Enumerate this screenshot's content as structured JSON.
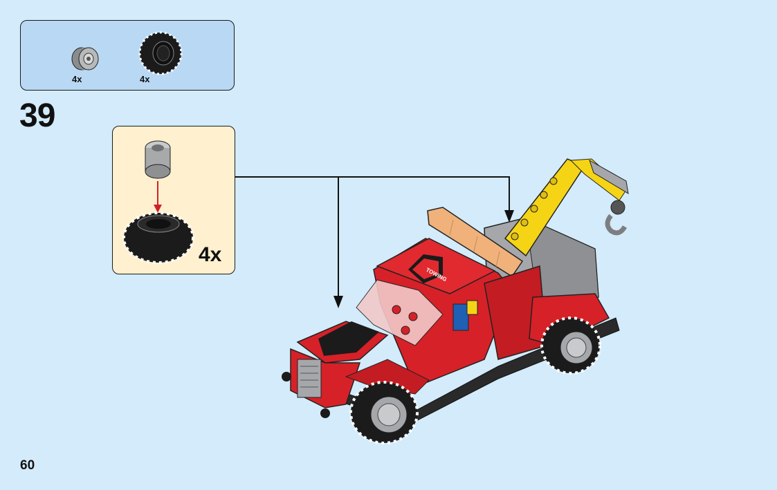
{
  "parts_list": {
    "items": [
      {
        "part": "wheel-rim",
        "color": "#a7a9ab",
        "quantity": "4x"
      },
      {
        "part": "tire",
        "color": "#1b1b1b",
        "quantity": "4x"
      }
    ]
  },
  "step": {
    "number": "39",
    "sub_assembly": {
      "quantity": "4x",
      "action": "insert-rim-into-tire"
    }
  },
  "model": {
    "name": "tow-truck",
    "sign_text": "TOWING",
    "colors": {
      "body": "#d62128",
      "crane": "#f5d416",
      "bed": "#a5a7aa",
      "tire": "#1b1b1b",
      "lightbar": "#f0b27a"
    }
  },
  "page": {
    "number": "60"
  }
}
